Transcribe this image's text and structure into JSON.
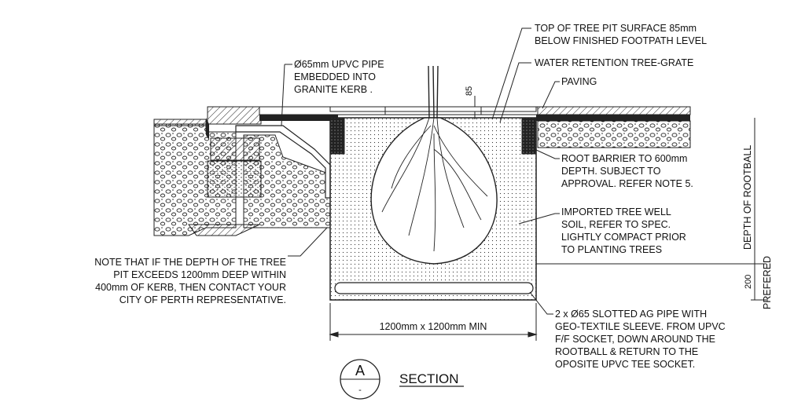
{
  "callouts": {
    "top_surface": [
      "TOP OF TREE PIT SURFACE 85mm",
      "BELOW FINISHED FOOTPATH LEVEL"
    ],
    "tree_grate": [
      "WATER RETENTION TREE-GRATE"
    ],
    "paving": [
      "PAVING"
    ],
    "upvc_pipe": [
      "Ø65mm UPVC PIPE",
      "EMBEDDED INTO",
      "GRANITE KERB ."
    ],
    "root_barrier": [
      "ROOT BARRIER TO 600mm",
      "DEPTH. SUBJECT TO",
      "APPROVAL. REFER NOTE 5."
    ],
    "soil": [
      "IMPORTED TREE WELL",
      "SOIL, REFER TO SPEC.",
      "LIGHTLY COMPACT PRIOR",
      "TO PLANTING TREES"
    ],
    "depth_note": [
      "NOTE THAT IF THE DEPTH OF THE TREE",
      "PIT EXCEEDS 1200mm DEEP WITHIN",
      "400mm OF KERB, THEN CONTACT YOUR",
      "CITY OF PERTH REPRESENTATIVE."
    ],
    "ag_pipe": [
      "2 x Ø65 SLOTTED AG PIPE WITH",
      "GEO-TEXTILE SLEEVE. FROM UPVC",
      "F/F SOCKET, DOWN AROUND THE",
      "ROOTBALL & RETURN TO THE",
      "OPOSITE UPVC TEE SOCKET."
    ]
  },
  "dimensions": {
    "grate_offset": "85",
    "depth_rootball": "DEPTH OF ROOTBALL",
    "base_200": "200",
    "preferred": "PREFERED",
    "width": "1200mm x 1200mm MIN"
  },
  "section_marker": {
    "letter": "A",
    "sub": "-",
    "label": "SECTION"
  }
}
